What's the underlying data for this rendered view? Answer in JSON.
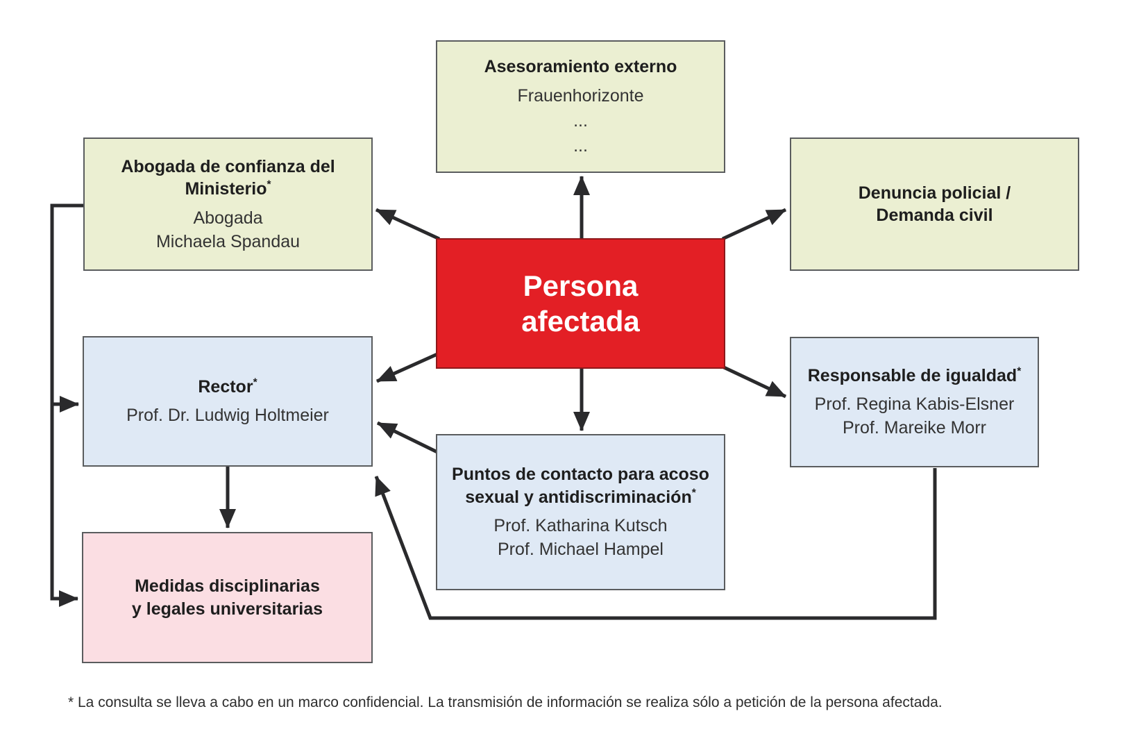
{
  "diagram": {
    "nodes": {
      "asesoramiento": {
        "title": "Asesoramiento externo",
        "marker": "",
        "lines": [
          "Frauenhorizonte",
          "...",
          "..."
        ]
      },
      "abogada": {
        "title": "Abogada de confianza del\nMinisterio",
        "marker": "*",
        "lines": [
          "Abogada",
          "Michaela Spandau"
        ]
      },
      "denuncia": {
        "title": "Denuncia policial /\nDemanda civil",
        "marker": "",
        "lines": []
      },
      "persona": {
        "title": "Persona\nafectada",
        "marker": "",
        "lines": []
      },
      "rector": {
        "title": "Rector",
        "marker": "*",
        "lines": [
          "Prof. Dr. Ludwig Holtmeier"
        ]
      },
      "responsable": {
        "title": "Responsable de igualdad",
        "marker": "*",
        "lines": [
          "Prof. Regina Kabis-Elsner",
          "Prof. Mareike Morr"
        ]
      },
      "puntos": {
        "title": "Puntos de contacto para acoso\nsexual y antidiscriminación",
        "marker": "*",
        "lines": [
          "Prof. Katharina Kutsch",
          "Prof. Michael Hampel"
        ]
      },
      "medidas": {
        "title": "Medidas disciplinarias\ny legales universitarias",
        "marker": "",
        "lines": []
      }
    },
    "footnote": "* La consulta se lleva a cabo en un marco confidencial. La transmisión de información se realiza sólo a petición de la persona afectada.",
    "colors": {
      "highlight_red": "#e31f25",
      "green_box": "#ebefd2",
      "blue_box": "#dfe9f5",
      "pink_box": "#fbdee3",
      "connector": "#2a2a2c"
    }
  }
}
